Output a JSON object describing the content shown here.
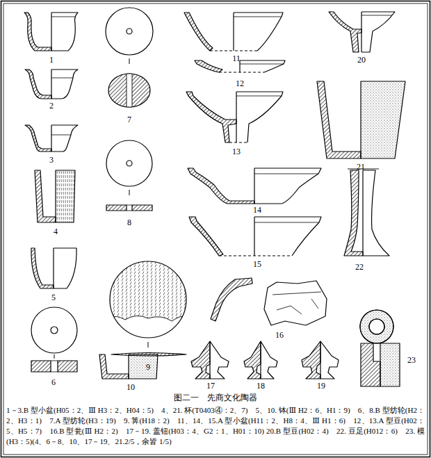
{
  "diagram": {
    "title": "图二一　先商文化陶器",
    "caption": "1－3.B 型小盆(H05：2、Ⅲ H3：2、H04：5)　4、21. 杯(T0403④：2、7)　5、10. 钵(Ⅲ H2：6、H1：9)　6、8.B 型纺轮(H2：2、H3：1)　7.A 型纺轮(H3：19)　9. 箅(H18：2)　11、14、15.A 型小盆(H11：2、H8：4、Ⅲ H1：6)　12、13.A 型豆(H02：5、H5：7)　16.B 型瓮(Ⅲ H2：2)　17－19. 盖钮(H03：4、G2：1、H01：10) 20.B 型豆(H02：4)　22. 豆足(H012：6)　23. 模(H3：5)(4、6－8、10、17－19、21.2/5，余皆 1/5)",
    "labels": [
      "1",
      "2",
      "3",
      "4",
      "5",
      "6",
      "7",
      "8",
      "9",
      "10",
      "11",
      "12",
      "13",
      "14",
      "15",
      "16",
      "17",
      "18",
      "19",
      "20",
      "21",
      "22",
      "23"
    ]
  }
}
